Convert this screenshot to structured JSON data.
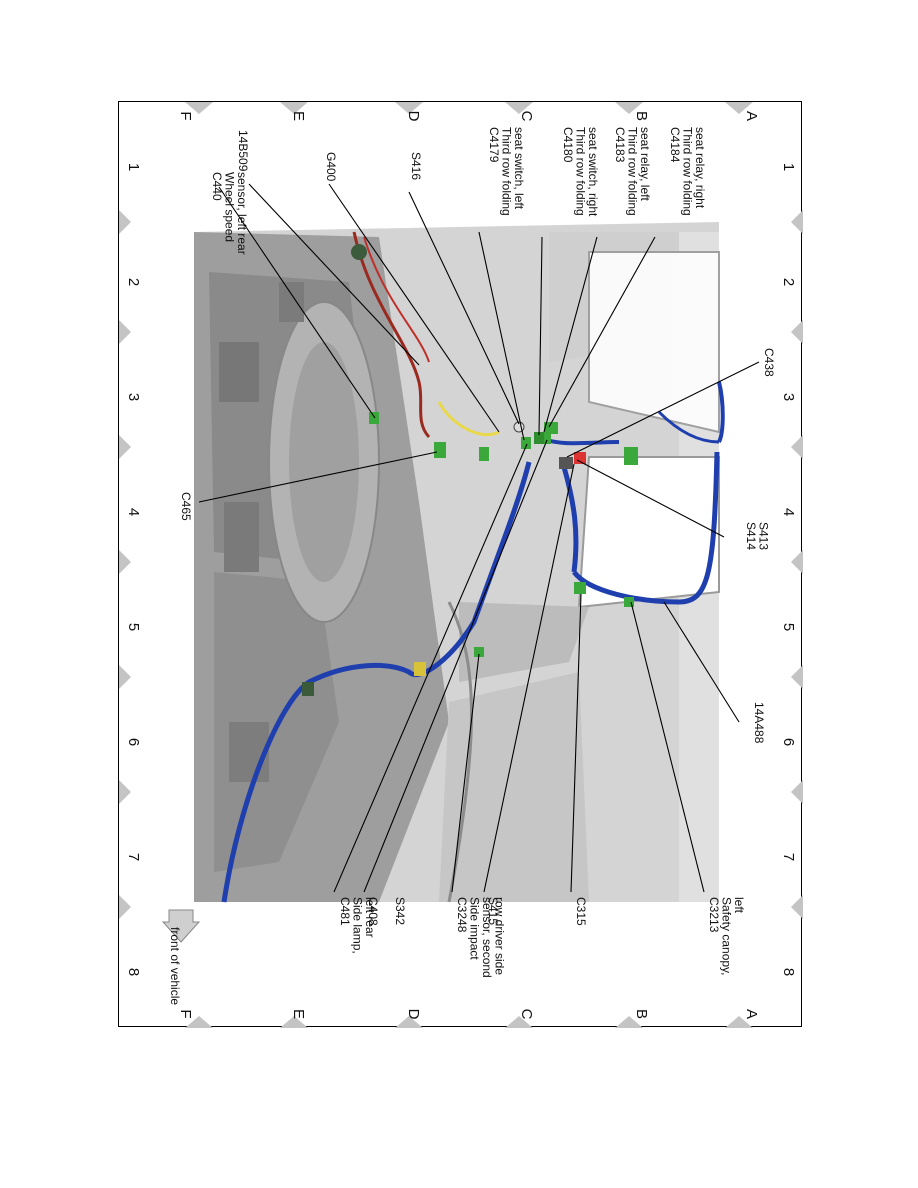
{
  "grid": {
    "numbers": [
      "1",
      "2",
      "3",
      "4",
      "5",
      "6",
      "7",
      "8"
    ],
    "letters": [
      "A",
      "B",
      "C",
      "D",
      "E",
      "F"
    ]
  },
  "labels": {
    "c4184": [
      "C4184",
      "Third row folding",
      "seat relay, right"
    ],
    "c4183": [
      "C4183",
      "Third row folding",
      "seat relay, left"
    ],
    "c4180": [
      "C4180",
      "Third row folding",
      "seat switch, right"
    ],
    "c4179": [
      "C4179",
      "Third row folding",
      "seat switch, left"
    ],
    "s416": [
      "S416"
    ],
    "g400": [
      "G400"
    ],
    "c14b509": [
      "14B509"
    ],
    "c440": [
      "C440",
      "Wheel speed",
      "sensor, left rear"
    ],
    "c438": [
      "C438"
    ],
    "s414": [
      "S414",
      "S413"
    ],
    "c465": [
      "C465"
    ],
    "c14a488": [
      "14A488"
    ],
    "c3213": [
      "C3213",
      "Safety canopy,",
      "left"
    ],
    "c315": [
      "C315"
    ],
    "s415": [
      "S415"
    ],
    "c3248": [
      "C3248",
      "Side impact",
      "sensor, second",
      "row driver side"
    ],
    "s342": [
      "S342"
    ],
    "c408": [
      "C408"
    ],
    "c481": [
      "C481",
      "Side lamp,",
      "left rear"
    ],
    "front": [
      "front of vehicle"
    ]
  },
  "colors": {
    "harness_blue": "#1f3fae",
    "connector_green": "#3aa83a",
    "wire_red": "#b5261e",
    "wire_yellow": "#e8d84a",
    "body_gray": "#c9c9c9",
    "grid_marker": "#c4c4c4"
  }
}
